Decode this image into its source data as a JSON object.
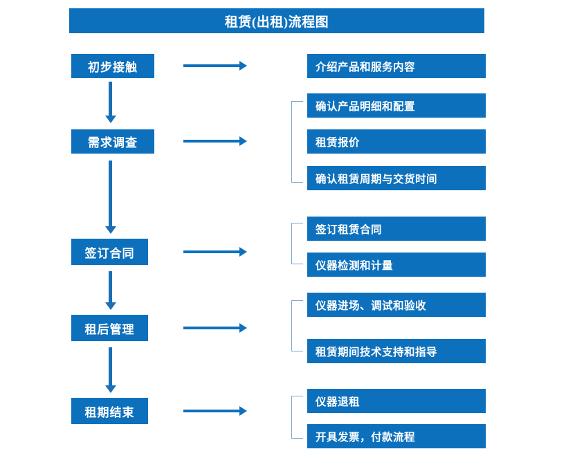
{
  "title": "租赁(出租)流程图",
  "theme": {
    "box_blue": "#0d70bd",
    "arrow_blue": "#1a6fb5",
    "bracket_blue": "#79a6cc",
    "text_white": "#ffffff",
    "background": "#ffffff"
  },
  "stages": [
    {
      "label": "初步接触"
    },
    {
      "label": "需求调查"
    },
    {
      "label": "签订合同"
    },
    {
      "label": "租后管理"
    },
    {
      "label": "租期结束"
    }
  ],
  "details": [
    {
      "label": "介绍产品和服务内容"
    },
    {
      "label": "确认产品明细和配置"
    },
    {
      "label": "租赁报价"
    },
    {
      "label": "确认租赁周期与交货时间"
    },
    {
      "label": "签订租赁合同"
    },
    {
      "label": "仪器检测和计量"
    },
    {
      "label": "仪器进场、调试和验收"
    },
    {
      "label": "租赁期间技术支持和指导"
    },
    {
      "label": "仪器退租"
    },
    {
      "label": "开具发票，付款流程"
    }
  ]
}
